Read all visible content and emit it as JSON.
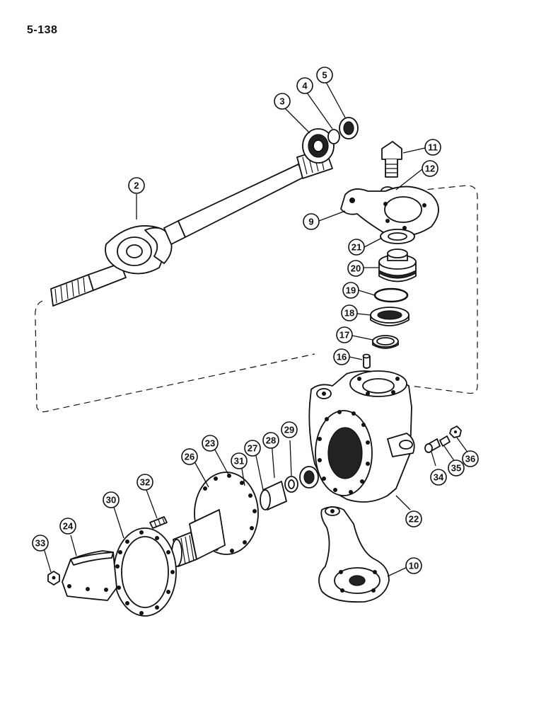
{
  "page_number": "5-138",
  "callouts": [
    "2",
    "3",
    "4",
    "5",
    "9",
    "10",
    "11",
    "12",
    "16",
    "17",
    "18",
    "19",
    "20",
    "21",
    "22",
    "23",
    "24",
    "26",
    "27",
    "28",
    "29",
    "30",
    "31",
    "32",
    "33",
    "34",
    "35",
    "36"
  ]
}
